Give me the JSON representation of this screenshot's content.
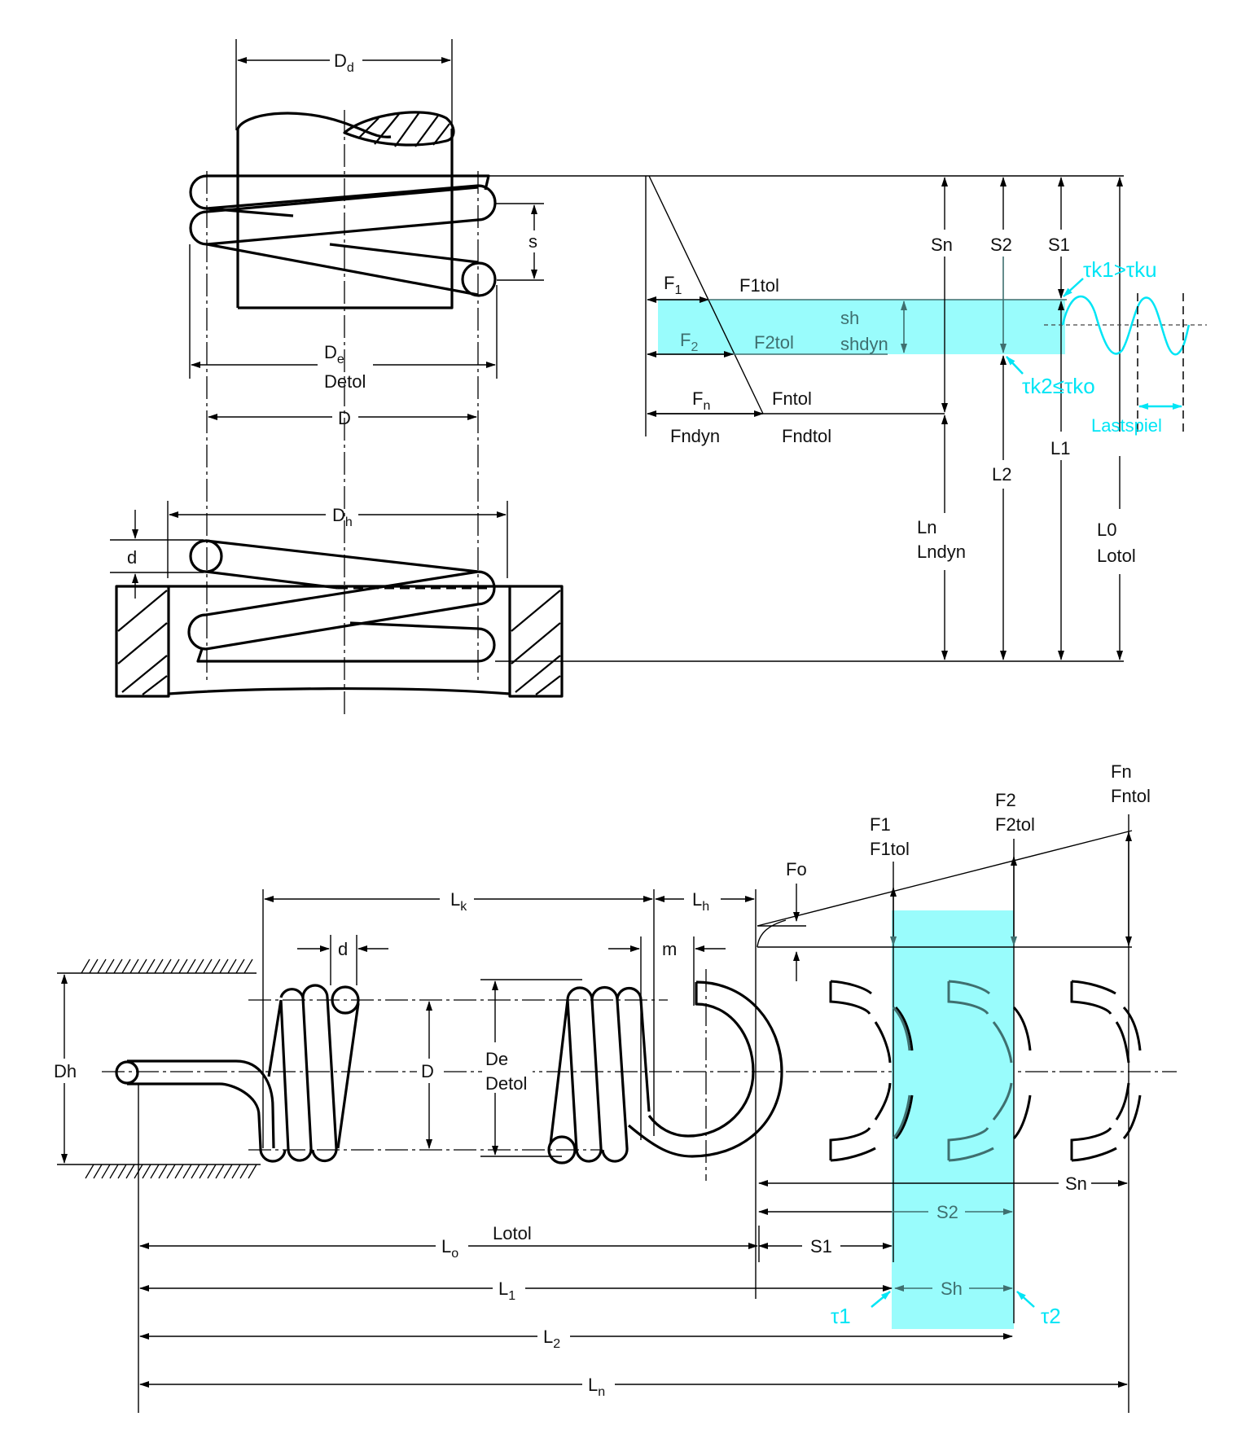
{
  "diagram": {
    "title": "Compression and extension spring dimensions",
    "colors": {
      "highlight_band": "#99fcfc",
      "annotation": "#00e5f5",
      "band_text": "#3f6f6f",
      "line": "#000000"
    },
    "compression_spring": {
      "Dd": {
        "main": "D",
        "sub": "d"
      },
      "De": {
        "main": "D",
        "sub": "e"
      },
      "Detol": "Detol",
      "D": "D",
      "s": "s",
      "Dh": {
        "main": "D",
        "sub": "h"
      },
      "d": "d"
    },
    "compression_diagram": {
      "F1": {
        "main": "F",
        "sub": "1"
      },
      "F1tol": "F1tol",
      "F2": {
        "main": "F",
        "sub": "2"
      },
      "F2tol": "F2tol",
      "sh": "sh",
      "shdyn": "shdyn",
      "Fn": {
        "main": "F",
        "sub": "n"
      },
      "Fntol": "Fntol",
      "Fndyn": "Fndyn",
      "Fndtol": "Fndtol",
      "Sn": "Sn",
      "S2": "S2",
      "S1": "S1",
      "L1": "L1",
      "L2": "L2",
      "Ln": "Ln",
      "Lndyn": "Lndyn",
      "L0": "L0",
      "Lotol": "Lotol",
      "tau_k1": "τk1>τku",
      "tau_k2": "τk2≤τko",
      "lastspiel": "Lastspiel"
    },
    "extension_spring": {
      "Lk": {
        "main": "L",
        "sub": "k"
      },
      "Lh": {
        "main": "L",
        "sub": "h"
      },
      "d": "d",
      "m": "m",
      "Dh": "Dh",
      "D": "D",
      "De": "De",
      "Detol": "Detol",
      "Fo": "Fo",
      "F1": "F1",
      "F1tol": "F1tol",
      "F2": "F2",
      "F2tol": "F2tol",
      "Fn": "Fn",
      "Fntol": "Fntol",
      "Sn": "Sn",
      "S2": "S2",
      "S1": "S1",
      "Sh": "Sh",
      "Lotol": "Lotol",
      "L0": {
        "main": "L",
        "sub": "o"
      },
      "L1": {
        "main": "L",
        "sub": "1"
      },
      "L2": {
        "main": "L",
        "sub": "2"
      },
      "Ln": {
        "main": "L",
        "sub": "n"
      },
      "tau1": "τ1",
      "tau2": "τ2"
    }
  }
}
